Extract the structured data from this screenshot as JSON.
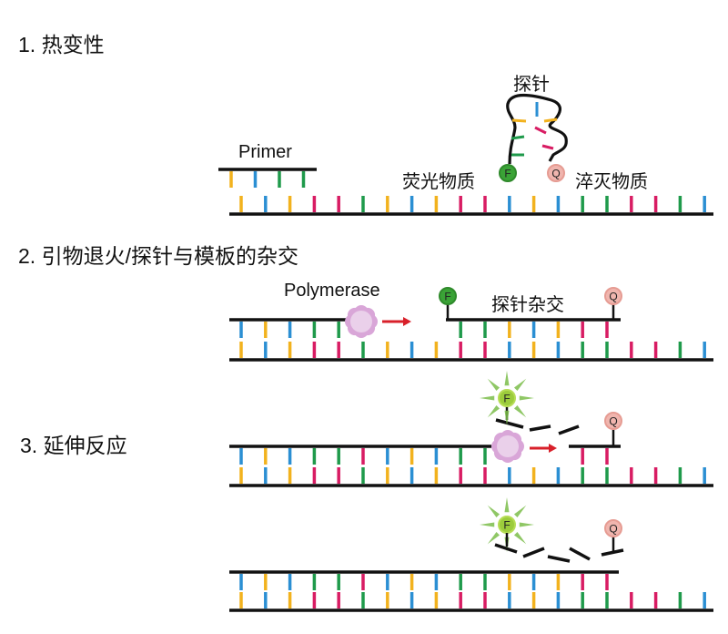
{
  "steps": {
    "step1": "1. 热变性",
    "step2": "2. 引物退火/探针与模板的杂交",
    "step3": "3. 延伸反应"
  },
  "labels": {
    "primer": "Primer",
    "probe": "探针",
    "fluorophore": "荧光物质",
    "quencher": "淬灭物质",
    "polymerase": "Polymerase",
    "probe_hybridization": "探针杂交",
    "f_marker": "F",
    "q_marker": "Q"
  },
  "colors": {
    "Y": "#f2b21e",
    "B": "#2b8fd3",
    "G": "#1f9a4b",
    "M": "#d81c63",
    "strand": "#111111",
    "fluor": "#3aa336",
    "fluor_glow": "#9ccc3c",
    "quench": "#f0b5ae",
    "polymerase": "#d9a6d8"
  },
  "template_sequence": [
    "Y",
    "B",
    "Y",
    "M",
    "M",
    "G",
    "Y",
    "B",
    "Y",
    "M",
    "M",
    "B",
    "Y",
    "B",
    "G",
    "G",
    "M",
    "M",
    "G",
    "B"
  ],
  "primer_sequence": [
    "Y",
    "B",
    "G",
    "G"
  ],
  "probe_loop_bases": [
    "B",
    "Y",
    "Y",
    "M",
    "G",
    "M",
    "G"
  ]
}
